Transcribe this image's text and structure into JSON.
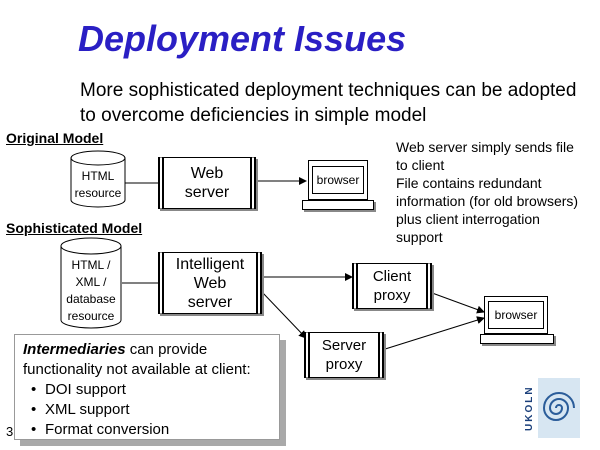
{
  "slide": {
    "title": "Deployment Issues",
    "subtitle": "More sophisticated deployment techniques can be adopted to overcome deficiencies in simple model",
    "page_number": "3"
  },
  "original_model": {
    "label": "Original Model",
    "resource": "HTML\nresource",
    "server": "Web\nserver",
    "browser": "browser"
  },
  "notes": {
    "text": "Web server simply sends file to client\nFile contains redundant information (for old browsers) plus client interrogation support"
  },
  "sophisticated_model": {
    "label": "Sophisticated Model",
    "resource": "HTML /\nXML  /\ndatabase\nresource",
    "intelligent_server": "Intelligent\nWeb\nserver",
    "client_proxy": "Client\nproxy",
    "server_proxy": "Server\nproxy",
    "browser": "browser"
  },
  "intermediaries": {
    "heading": "Intermediaries",
    "heading_rest": " can provide functionality not available at client:",
    "items": [
      "DOI support",
      "XML support",
      "Format conversion"
    ]
  },
  "logo": {
    "letters": "UKOLN"
  },
  "colors": {
    "title": "#2a1fc4"
  }
}
